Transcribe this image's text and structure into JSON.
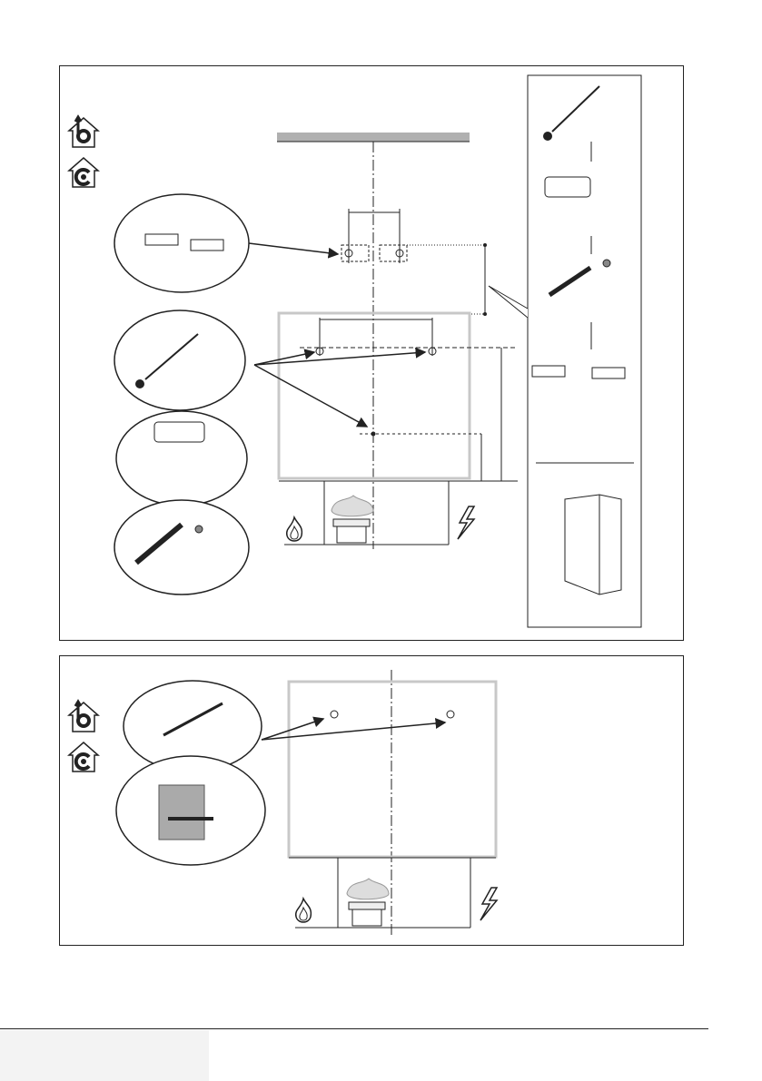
{
  "icons": {
    "ducted_mode": "house-vent-out-icon",
    "recirculation_mode": "house-recirculation-icon",
    "gas_hob": "flame-icon",
    "electric_hob": "lightning-icon"
  },
  "panels": [
    {
      "steps": [
        "bracket",
        "mark-pencil",
        "drill",
        "wall-plug",
        "screw",
        "chimney-cover"
      ]
    },
    {
      "steps": [
        "screw",
        "wall-plug-brick"
      ]
    }
  ],
  "colors": {
    "ceiling": "#b0b0b0",
    "hood_outline": "#c8c8c8",
    "footer": "#f3f3f3"
  }
}
